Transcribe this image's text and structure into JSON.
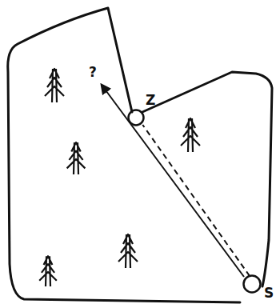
{
  "diagram": {
    "nodes": [
      {
        "text": [
          "Z"
        ]
      },
      {
        "text": [
          "S"
        ]
      }
    ],
    "edges": [
      {
        "from": 1,
        "to": 0,
        "arrow": "none"
      }
    ],
    "labels": [
      "?"
    ]
  }
}
